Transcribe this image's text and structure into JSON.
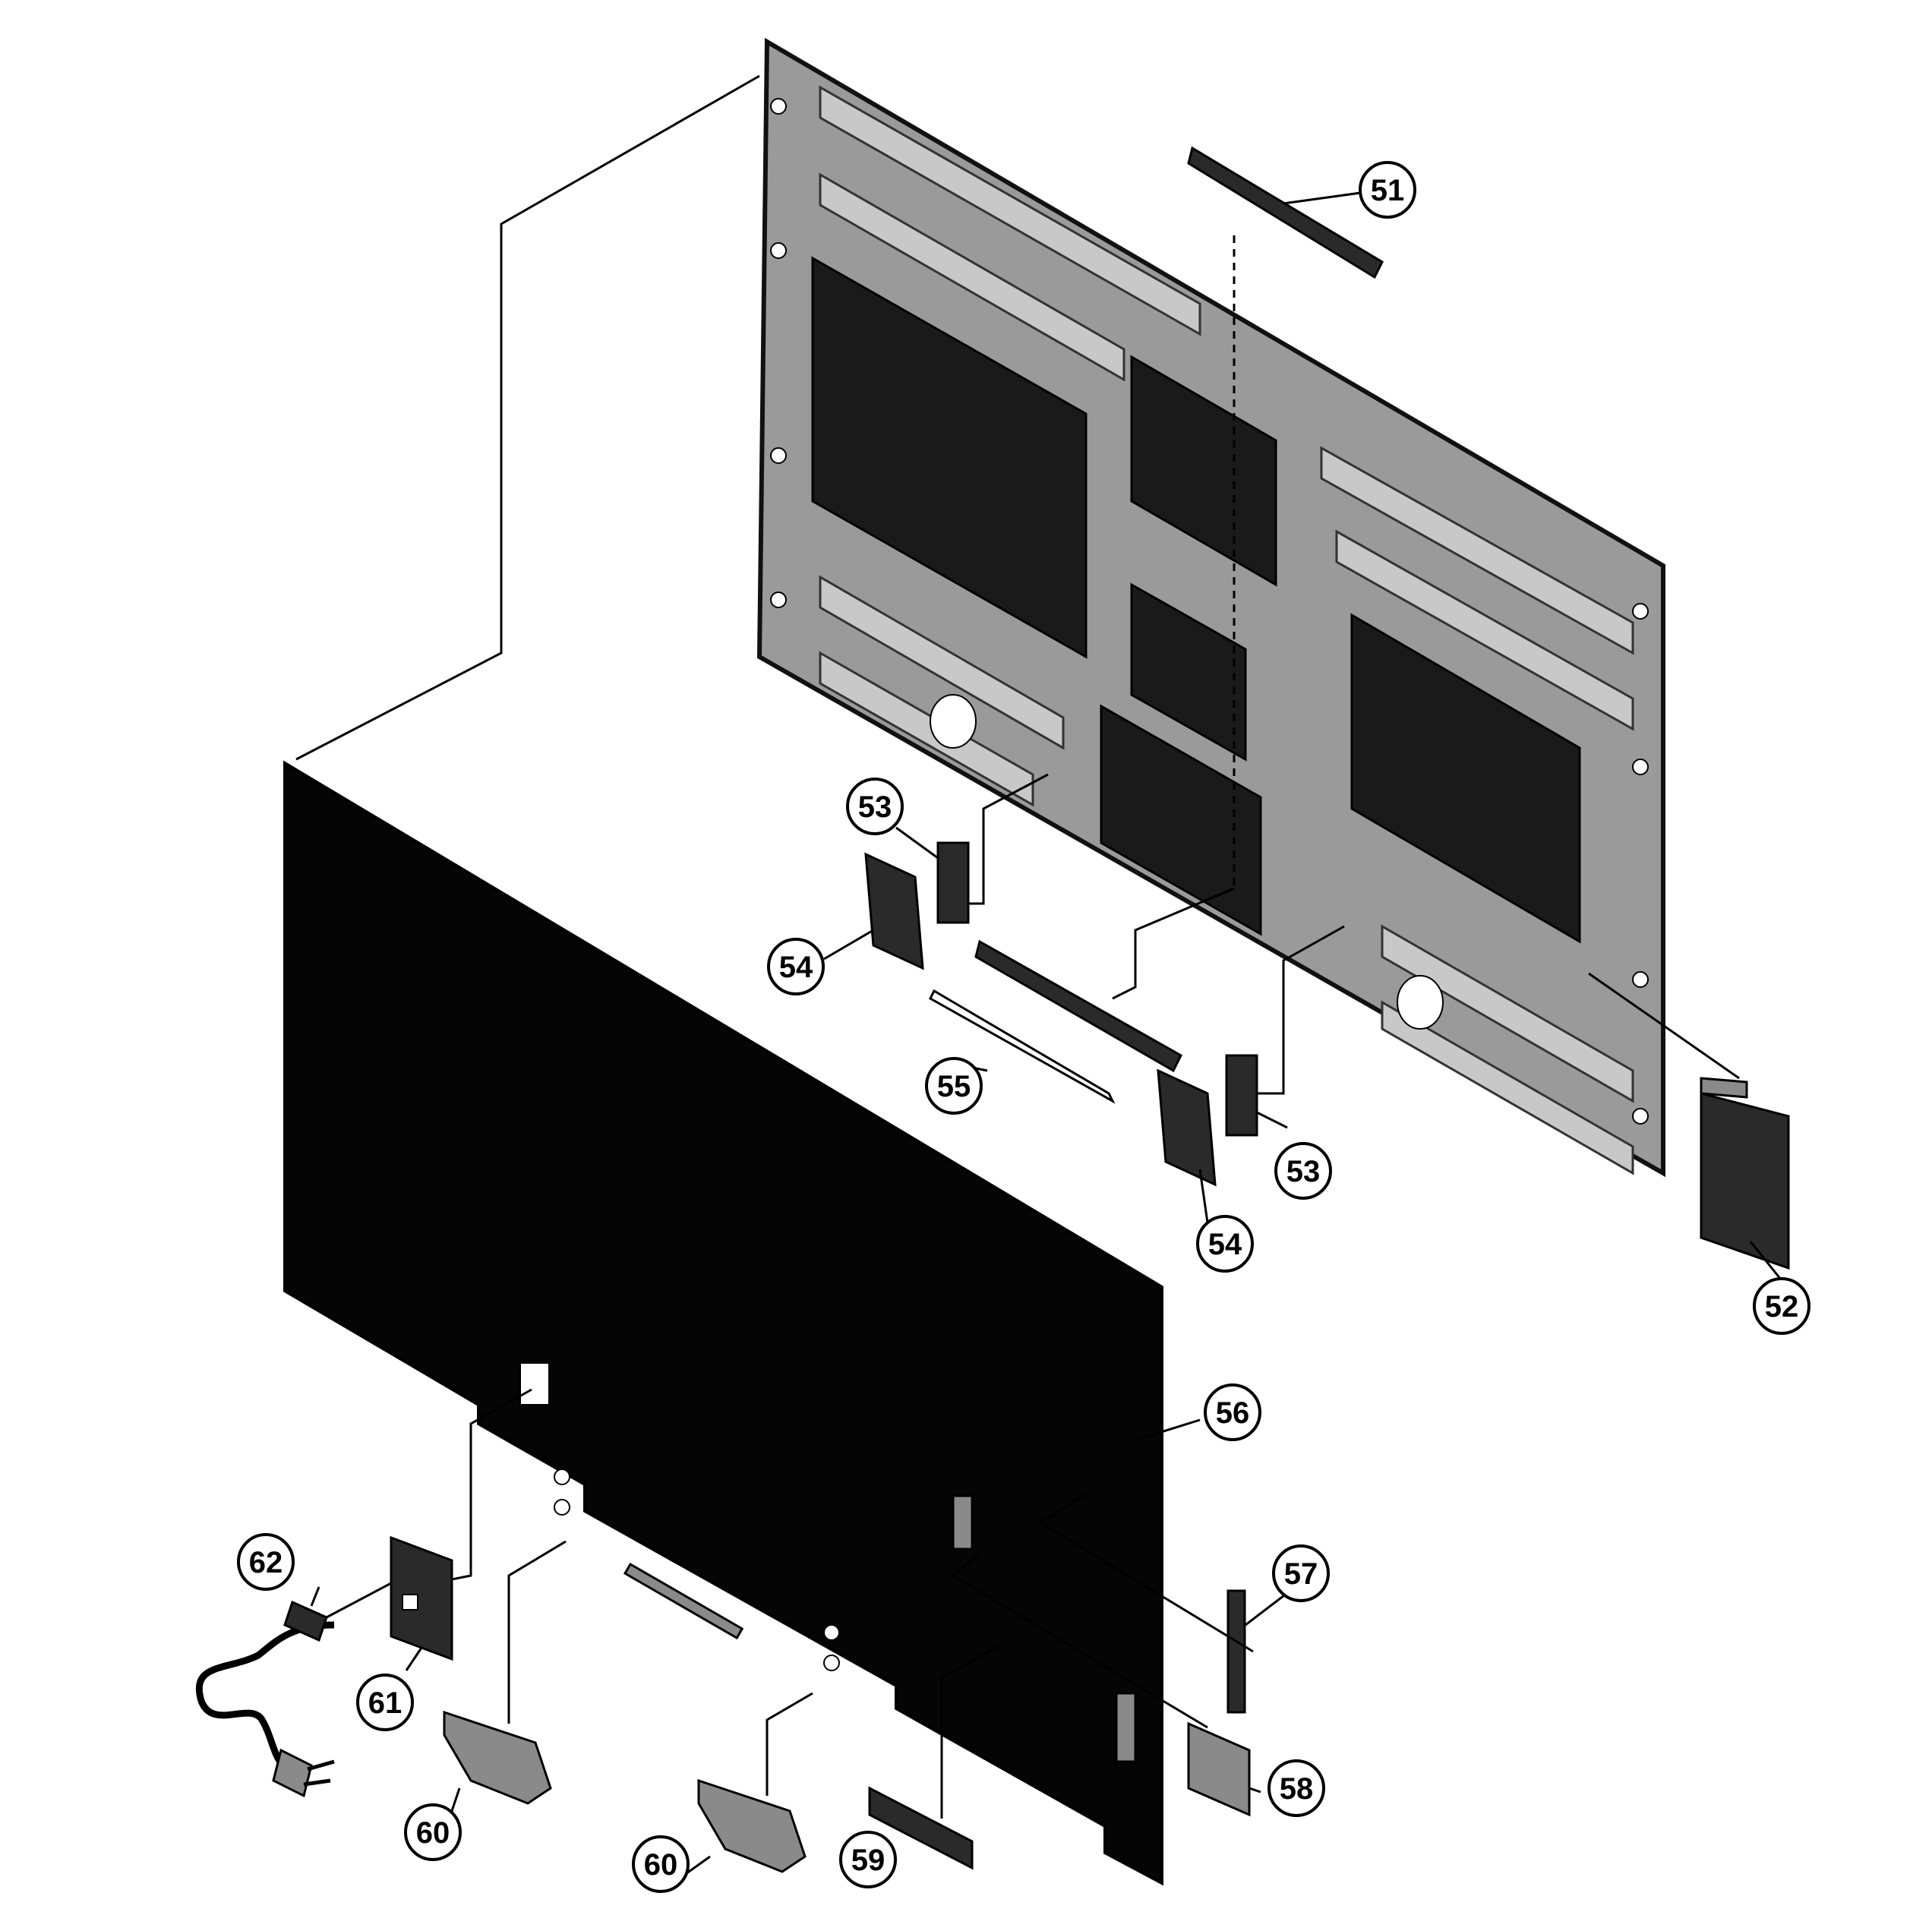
{
  "callouts": [
    {
      "id": "c51",
      "label": "51"
    },
    {
      "id": "c52",
      "label": "52"
    },
    {
      "id": "c53a",
      "label": "53"
    },
    {
      "id": "c53b",
      "label": "53"
    },
    {
      "id": "c54a",
      "label": "54"
    },
    {
      "id": "c54b",
      "label": "54"
    },
    {
      "id": "c55",
      "label": "55"
    },
    {
      "id": "c56",
      "label": "56"
    },
    {
      "id": "c57",
      "label": "57"
    },
    {
      "id": "c58",
      "label": "58"
    },
    {
      "id": "c59",
      "label": "59"
    },
    {
      "id": "c60a",
      "label": "60"
    },
    {
      "id": "c60b",
      "label": "60"
    },
    {
      "id": "c61",
      "label": "61"
    },
    {
      "id": "c62",
      "label": "62"
    }
  ],
  "colors": {
    "ink": "#000000",
    "panel": "#9a9a9a",
    "cover": "#050505",
    "paper": "#ffffff"
  }
}
